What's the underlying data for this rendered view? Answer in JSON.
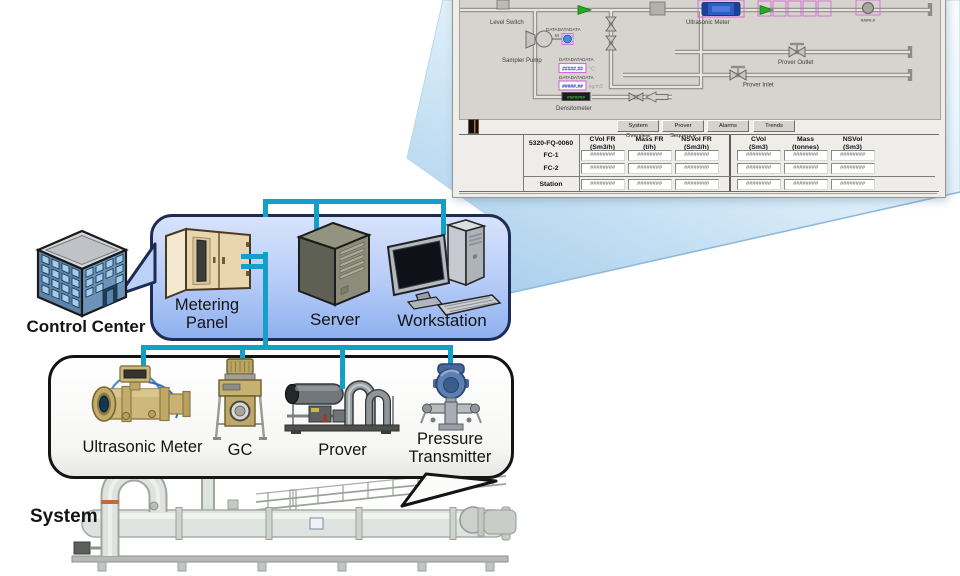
{
  "scada": {
    "toolbar": {
      "buttons": [
        "System Overview",
        "Prover Sequence",
        "Alarms",
        "Trends"
      ]
    },
    "mimic": {
      "level_switch": "Level Switch",
      "sampler_pump": "Sampler Pump",
      "pump_motor": "M",
      "tag_placeholder": "DATADATADATA",
      "temperature_value": "#####.##",
      "temperature_unit": "°C",
      "density_value": "#####.##",
      "density_unit": "kg/m3",
      "densitometer_value": "#######",
      "densitometer": "Densitometer",
      "ultrasonic_meter": "Ultrasonic Meter",
      "prover_outlet": "Prover Outlet",
      "prover_inlet": "Prover Inlet",
      "meter_reading": "####.#"
    },
    "table": {
      "station_id": "5320-FQ-0060",
      "columns": [
        {
          "label": "CVol FR",
          "unit": "(Sm3/h)"
        },
        {
          "label": "Mass FR",
          "unit": "(t/h)"
        },
        {
          "label": "NSVol FR",
          "unit": "(Sm3/h)"
        },
        {
          "label": "CVol",
          "unit": "(Sm3)"
        },
        {
          "label": "Mass",
          "unit": "(tonnes)"
        },
        {
          "label": "NSVol",
          "unit": "(Sm3)"
        }
      ],
      "rows": [
        {
          "label": "FC-1",
          "values": [
            "########",
            "########",
            "########",
            "########",
            "########",
            "########"
          ]
        },
        {
          "label": "FC-2",
          "values": [
            "########",
            "########",
            "########",
            "########",
            "########",
            "########"
          ]
        },
        {
          "label": "Station",
          "values": [
            "########",
            "########",
            "########",
            "########",
            "########",
            "########"
          ]
        }
      ]
    }
  },
  "control_center": {
    "label": "Control Center"
  },
  "control_room": {
    "metering_panel": "Metering Panel",
    "server": "Server",
    "workstation": "Workstation"
  },
  "field_devices": {
    "ultrasonic_meter": "Ultrasonic Meter",
    "gc": "GC",
    "prover": "Prover",
    "pressure_transmitter": "Pressure Transmitter"
  },
  "system": {
    "label": "System"
  },
  "colors": {
    "connector": "#12a0c8",
    "bubble_border": "#1e2c55",
    "bubble_fill_top": "#d8e3fb",
    "bubble_fill_bottom": "#8fb0ef",
    "beam_blue": "#a9cfec",
    "magenta_tag": "#d66ad6",
    "scada_background": "#d7d4cf"
  }
}
